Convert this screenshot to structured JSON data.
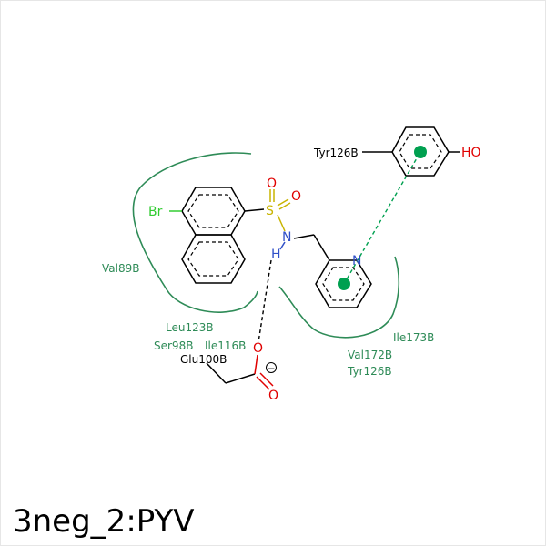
{
  "title": "3neg_2:PYV",
  "colors": {
    "bond": "#000000",
    "hydrophobic": "#2e8b57",
    "pi_stack": "#00a050",
    "bromine": "#33cc33",
    "sulfur": "#c8b400",
    "oxygen": "#e00000",
    "nitrogen": "#3050c8"
  },
  "atoms": {
    "br": "Br",
    "s": "S",
    "o1": "O",
    "o2": "O",
    "n_sulfonamide": "N",
    "h": "H",
    "n_pyridine": "N",
    "ho": "HO",
    "glu_o1": "O",
    "glu_o2": "O",
    "charge": "−"
  },
  "residues": {
    "val89": "Val89B",
    "leu123": "Leu123B",
    "ser98": "Ser98B",
    "ile116": "Ile116B",
    "glu100": "Glu100B",
    "ile173": "Ile173B",
    "val172": "Val172B",
    "tyr126_bottom": "Tyr126B",
    "tyr126_top": "Tyr126B"
  }
}
